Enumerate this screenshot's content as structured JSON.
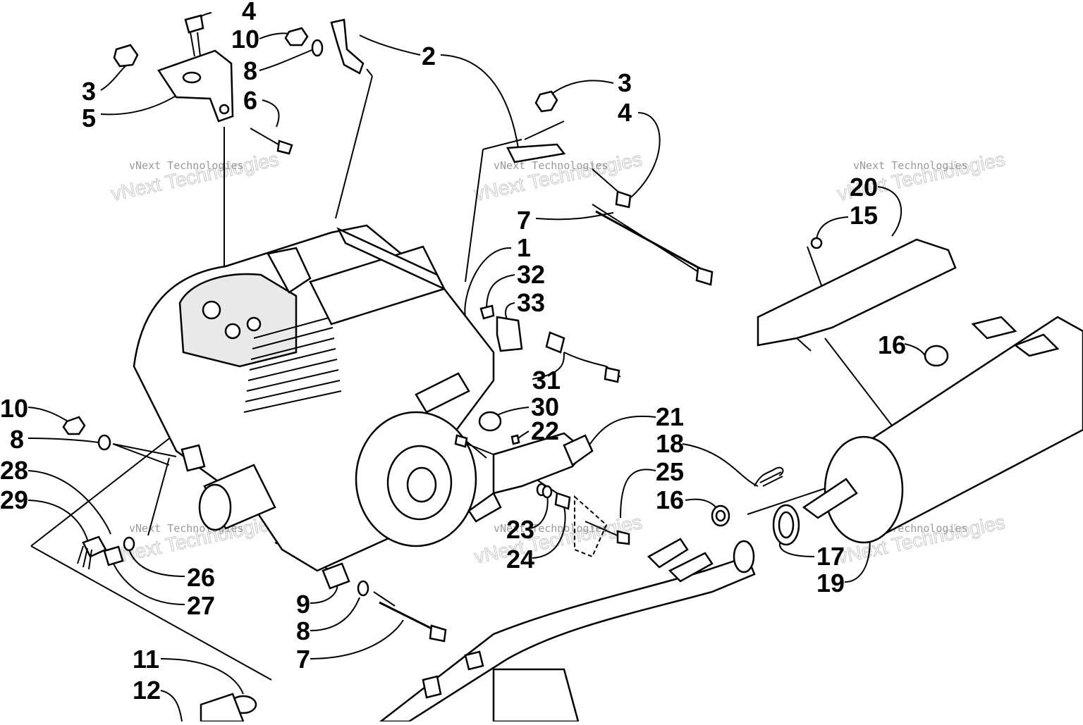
{
  "diagram": {
    "callouts": [
      {
        "id": "c-4-top",
        "text": "4"
      },
      {
        "id": "c-10-top",
        "text": "10"
      },
      {
        "id": "c-8-top",
        "text": "8"
      },
      {
        "id": "c-3-left",
        "text": "3"
      },
      {
        "id": "c-5",
        "text": "5"
      },
      {
        "id": "c-6",
        "text": "6"
      },
      {
        "id": "c-2",
        "text": "2"
      },
      {
        "id": "c-3-right",
        "text": "3"
      },
      {
        "id": "c-4-right",
        "text": "4"
      },
      {
        "id": "c-7-top",
        "text": "7"
      },
      {
        "id": "c-1",
        "text": "1"
      },
      {
        "id": "c-32",
        "text": "32"
      },
      {
        "id": "c-33",
        "text": "33"
      },
      {
        "id": "c-31",
        "text": "31"
      },
      {
        "id": "c-30",
        "text": "30"
      },
      {
        "id": "c-22",
        "text": "22"
      },
      {
        "id": "c-20",
        "text": "20"
      },
      {
        "id": "c-15",
        "text": "15"
      },
      {
        "id": "c-16-right",
        "text": "16"
      },
      {
        "id": "c-21",
        "text": "21"
      },
      {
        "id": "c-18",
        "text": "18"
      },
      {
        "id": "c-25",
        "text": "25"
      },
      {
        "id": "c-16-mid",
        "text": "16"
      },
      {
        "id": "c-17",
        "text": "17"
      },
      {
        "id": "c-19",
        "text": "19"
      },
      {
        "id": "c-10-left",
        "text": "10"
      },
      {
        "id": "c-8-left",
        "text": "8"
      },
      {
        "id": "c-28",
        "text": "28"
      },
      {
        "id": "c-29",
        "text": "29"
      },
      {
        "id": "c-26",
        "text": "26"
      },
      {
        "id": "c-27",
        "text": "27"
      },
      {
        "id": "c-9",
        "text": "9"
      },
      {
        "id": "c-8-bottom",
        "text": "8"
      },
      {
        "id": "c-7-bottom",
        "text": "7"
      },
      {
        "id": "c-23",
        "text": "23"
      },
      {
        "id": "c-24",
        "text": "24"
      },
      {
        "id": "c-11",
        "text": "11"
      },
      {
        "id": "c-12",
        "text": "12"
      }
    ],
    "watermarks": [
      {
        "id": "wm-1",
        "text": "vNext Technologies"
      },
      {
        "id": "wm-2",
        "text": "vNext Technologies"
      },
      {
        "id": "wm-3",
        "text": "vNext Technologies"
      },
      {
        "id": "wm-4",
        "text": "vNext Technologies"
      },
      {
        "id": "wm-5",
        "text": "vNext Technologies"
      },
      {
        "id": "wm-6",
        "text": "vNext Technologies"
      }
    ],
    "colors": {
      "ink": "#000000",
      "paper": "#ffffff",
      "watermark": "#9a9a9a"
    }
  }
}
